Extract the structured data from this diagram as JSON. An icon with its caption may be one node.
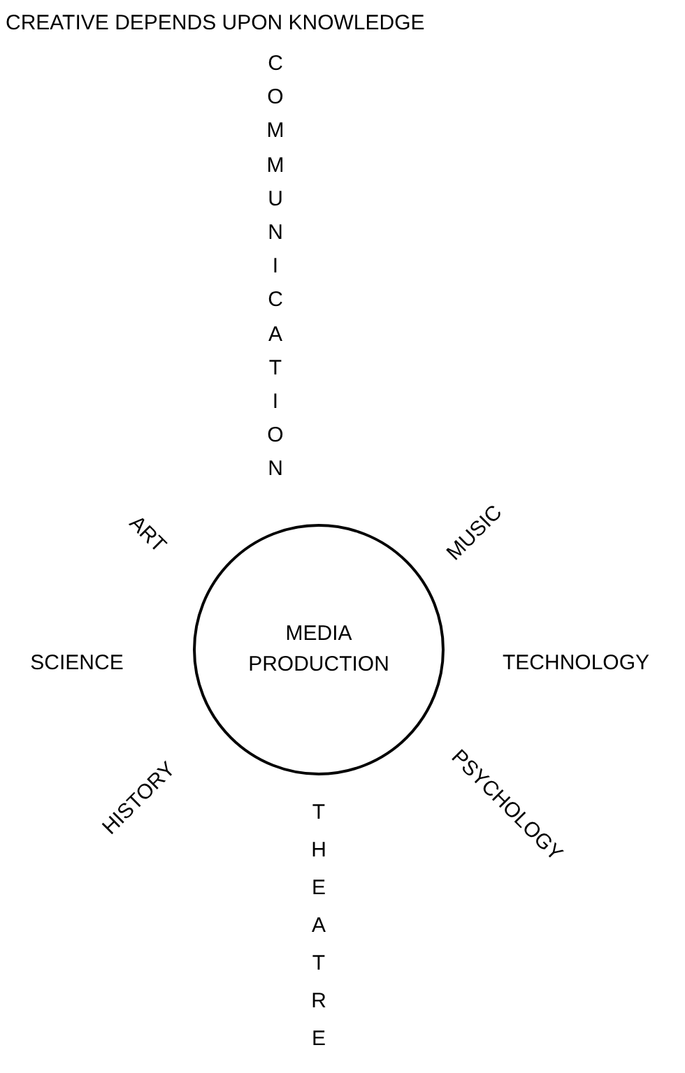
{
  "diagram": {
    "title": "CREATIVE DEPENDS UPON KNOWLEDGE",
    "nodes": [
      {
        "text": [
          "MEDIA PRODUCTION"
        ]
      }
    ],
    "labels": [
      "COMMUNICATION",
      "ART",
      "MUSIC",
      "SCIENCE",
      "TECHNOLOGY",
      "HISTORY",
      "THEATRE",
      "PSYCHOLOGY"
    ]
  }
}
